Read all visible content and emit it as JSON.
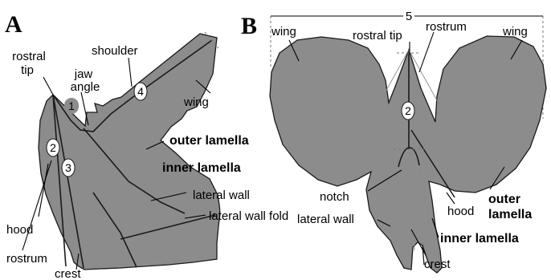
{
  "colors": {
    "fill": "#8c8c8c",
    "outline": "#1a1a1a",
    "background": "#ffffff"
  },
  "panel_a": {
    "letter": "A",
    "labels": {
      "rostral_tip_line1": "rostral",
      "rostral_tip_line2": "tip",
      "jaw_angle_line1": "jaw",
      "jaw_angle_line2": "angle",
      "shoulder": "shoulder",
      "wing": "wing",
      "outer_lamella": "outer lamella",
      "inner_lamella": "inner lamella",
      "lateral_wall": "lateral wall",
      "lateral_wall_fold": "lateral wall fold",
      "hood": "hood",
      "rostrum": "rostrum",
      "crest": "crest"
    },
    "measurements": [
      "1",
      "2",
      "3",
      "4"
    ]
  },
  "panel_b": {
    "letter": "B",
    "labels": {
      "wing_left": "wing",
      "rostral_tip": "rostral tip",
      "rostrum": "rostrum",
      "wing_right": "wing",
      "notch": "notch",
      "hood": "hood",
      "outer_lamella_line1": "outer",
      "outer_lamella_line2": "lamella",
      "lateral_wall": "lateral wall",
      "inner_lamella": "inner lamella",
      "crest": "crest"
    },
    "measurements": [
      "5",
      "2"
    ]
  }
}
